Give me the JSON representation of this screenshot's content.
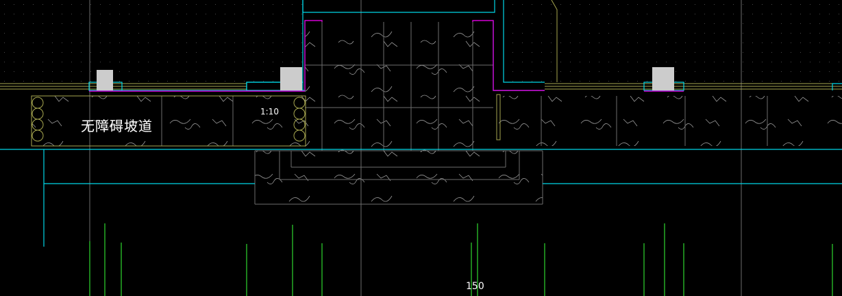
{
  "labels": {
    "ramp": "无障碍坡道",
    "slope": "1:10",
    "dimension": "150"
  },
  "colors": {
    "background": "#000000",
    "cyan": "#00d8e8",
    "magenta": "#d400d4",
    "olive": "#a8a850",
    "gray": "#8a8a8a",
    "green": "#2ed82e",
    "column_fill": "#cccccc",
    "yellow": "#d8d860"
  },
  "icons": {
    "hatch": "marble-hatch-pattern",
    "dots": "dot-grid-pattern",
    "pilings": "circle-piling-column"
  }
}
